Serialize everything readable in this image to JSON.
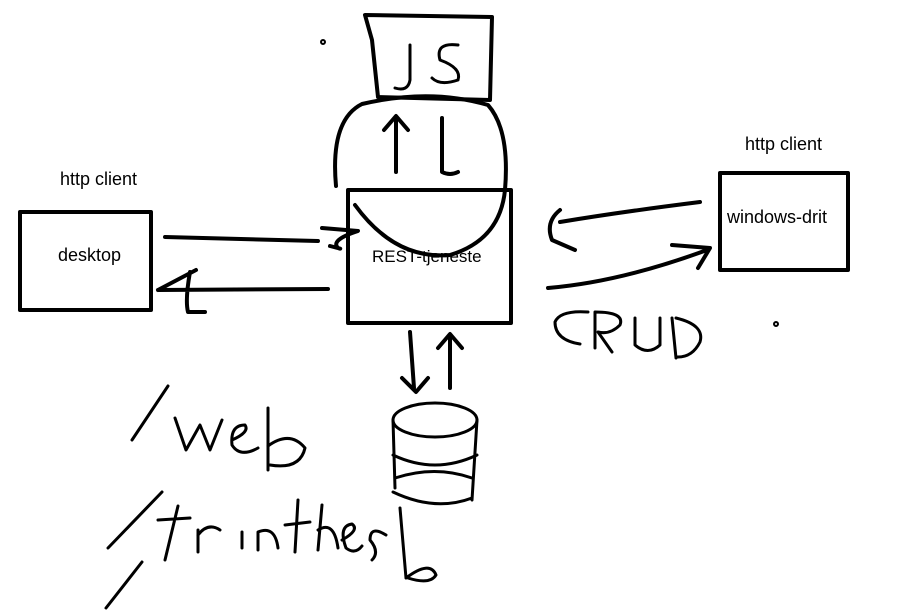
{
  "labels": {
    "http_client_left": "http client",
    "http_client_right": "http client",
    "desktop": "desktop",
    "rest_service": "REST-tjeneste",
    "windows": "windows-drit"
  },
  "handwritten": {
    "js": "JS",
    "crud": "CRUD",
    "web_frontend": "/web /frontend"
  },
  "colors": {
    "ink": "#000000",
    "background": "#ffffff"
  }
}
